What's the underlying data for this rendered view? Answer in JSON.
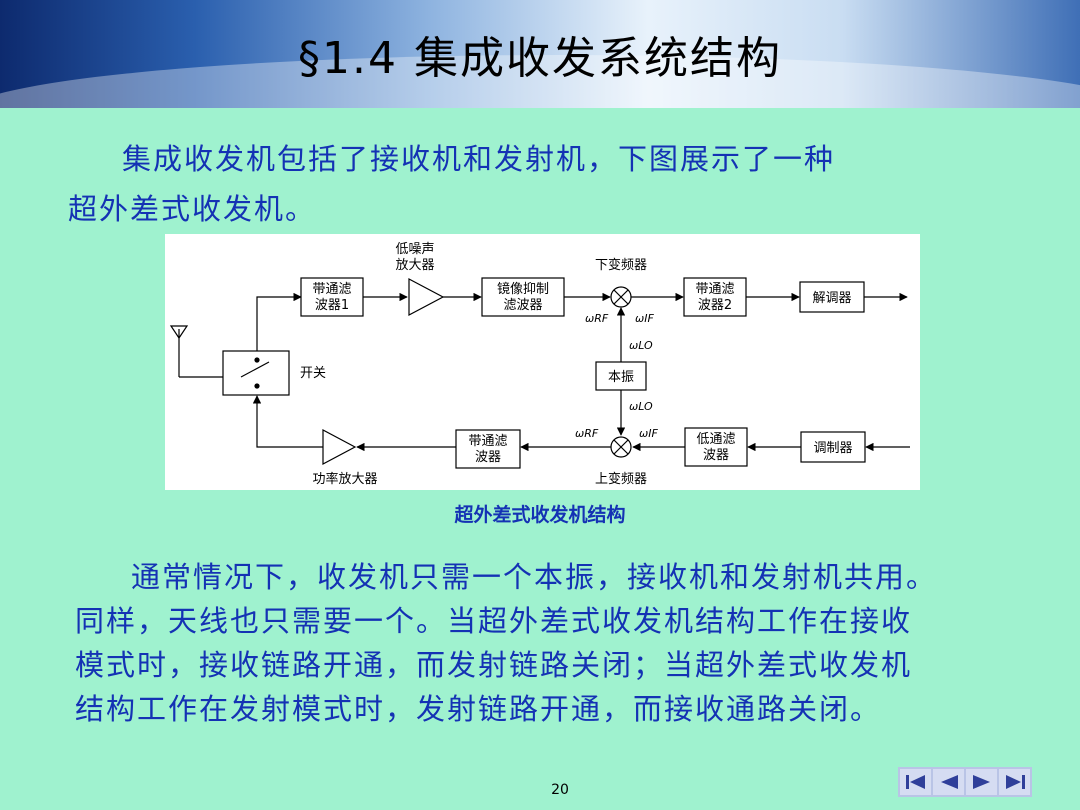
{
  "header": {
    "title": "§1.4 集成收发系统结构"
  },
  "intro": {
    "line1": "集成收发机包括了接收机和发射机，下图展示了一种",
    "line2": "超外差式收发机。"
  },
  "diagram": {
    "labels": {
      "lna": "低噪声\n放大器",
      "bpf1": "带通滤\n波器1",
      "image_filter": "镜像抑制\n滤波器",
      "downconverter": "下变频器",
      "bpf2": "带通滤\n波器2",
      "demodulator": "解调器",
      "switch": "开关",
      "local_oscillator": "本振",
      "omega_rf": "ωRF",
      "omega_if": "ωIF",
      "omega_lo": "ωLO",
      "bpf_tx": "带通滤\n波器",
      "lpf": "低通滤\n波器",
      "modulator": "调制器",
      "power_amp": "功率放大器",
      "upconverter": "上变频器"
    }
  },
  "caption": "超外差式收发机结构",
  "body": {
    "lines": [
      "通常情况下，收发机只需一个本振，接收机和发射机共用。",
      "同样，天线也只需要一个。当超外差式收发机结构工作在接收",
      "模式时，接收链路开通，而发射链路关闭；当超外差式收发机",
      "结构工作在发射模式时，发射链路开通，而接收通路关闭。"
    ]
  },
  "footer": {
    "page_number": "20"
  },
  "nav": {
    "buttons": [
      "first",
      "previous",
      "next",
      "last"
    ],
    "colors": {
      "accent": "#1432b4",
      "icon": "#2f3f9a"
    }
  }
}
